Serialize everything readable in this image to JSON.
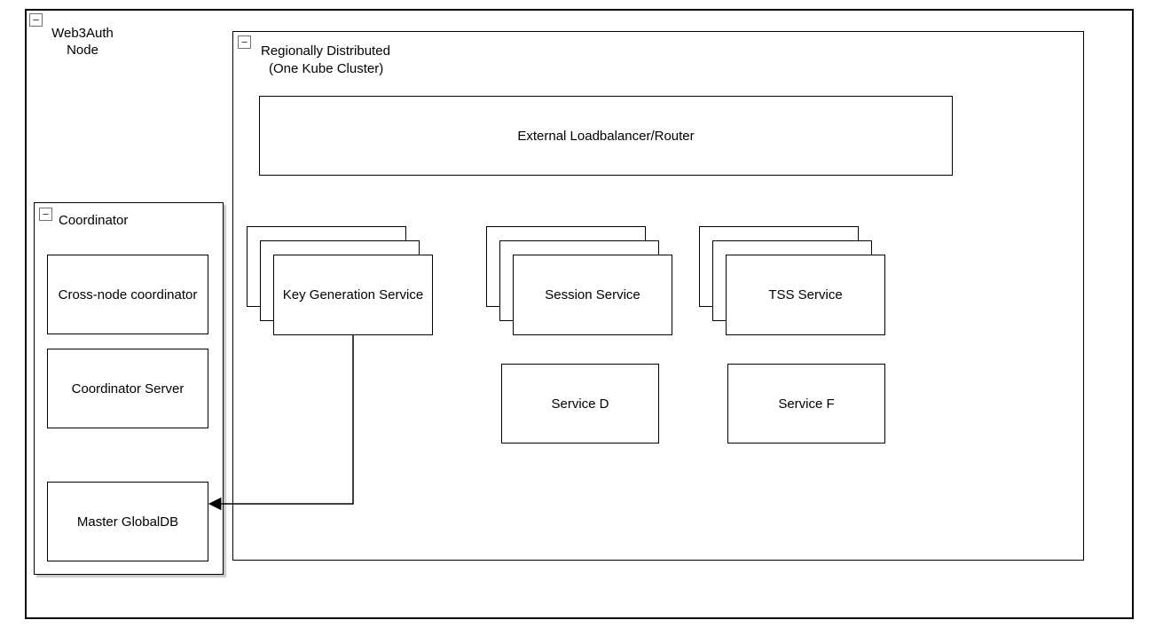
{
  "icons": {
    "collapse_glyph": "−"
  },
  "outer": {
    "title_line1": "Web3Auth",
    "title_line2": "Node"
  },
  "region": {
    "title_line1": "Regionally Distributed",
    "title_line2": "(One Kube Cluster)"
  },
  "loadbalancer": {
    "label": "External Loadbalancer/Router"
  },
  "stacks": [
    {
      "label": "Key Generation Service"
    },
    {
      "label": "Session Service"
    },
    {
      "label": "TSS Service"
    }
  ],
  "services": [
    {
      "label": "Service D"
    },
    {
      "label": "Service F"
    }
  ],
  "coordinator": {
    "title": "Coordinator",
    "boxes": [
      {
        "label": "Cross-node coordinator"
      },
      {
        "label": "Coordinator Server"
      },
      {
        "label": "Master GlobalDB"
      }
    ]
  }
}
